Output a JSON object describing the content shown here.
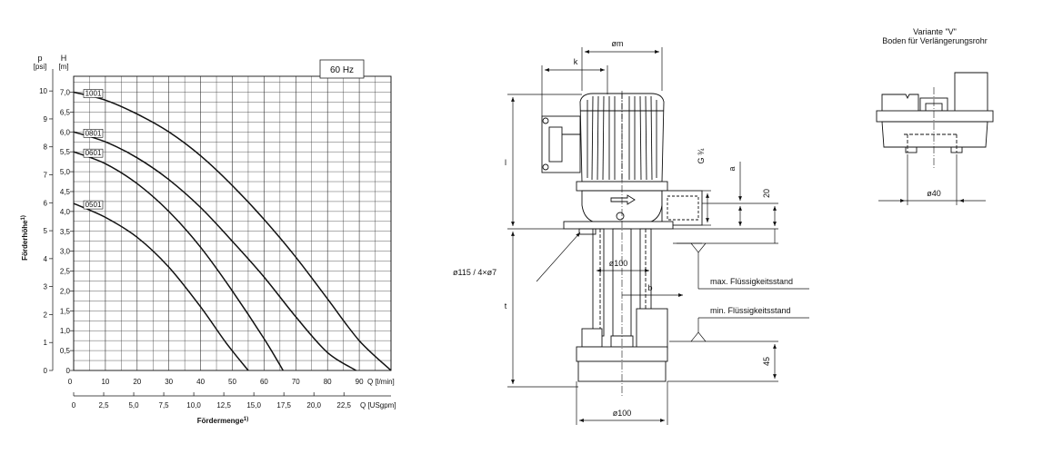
{
  "chart_data": {
    "type": "line",
    "badge": "60 Hz",
    "y_left_label_top": "p",
    "y_left_unit": "[psi]",
    "y_right_label_top": "H",
    "y_right_unit": "[m]",
    "y_title": "Förderhöhe",
    "y_title_sup": "1)",
    "x_title": "Fördermenge",
    "x_title_sup": "1)",
    "x_unit_lmin": "Q [l/min]",
    "x_unit_usgpm": "Q [USgpm]",
    "psi_ticks": [
      "0",
      "1",
      "2",
      "3",
      "4",
      "5",
      "6",
      "7",
      "8",
      "9",
      "10"
    ],
    "h_ticks": [
      "0",
      "0,5",
      "1,0",
      "1,5",
      "2,0",
      "2,5",
      "3,0",
      "3,5",
      "4,0",
      "4,5",
      "5,0",
      "5,5",
      "6,0",
      "6,5",
      "7,0"
    ],
    "lmin_ticks": [
      "0",
      "10",
      "20",
      "30",
      "40",
      "50",
      "60",
      "70",
      "80",
      "90"
    ],
    "usgpm_ticks": [
      "0",
      "2,5",
      "5,0",
      "7,5",
      "10,0",
      "12,5",
      "15,0",
      "17,5",
      "20,0",
      "22,5"
    ],
    "xlim": [
      0,
      100
    ],
    "ylim": [
      0,
      7.4
    ],
    "series": [
      {
        "name": "1001",
        "x": [
          0,
          10,
          20,
          30,
          40,
          50,
          60,
          70,
          80,
          90,
          100
        ],
        "y": [
          7.0,
          6.8,
          6.45,
          6.0,
          5.4,
          4.65,
          3.8,
          2.85,
          1.8,
          0.75,
          0.0
        ]
      },
      {
        "name": "0801",
        "x": [
          0,
          10,
          20,
          30,
          40,
          50,
          60,
          70,
          80,
          89
        ],
        "y": [
          6.0,
          5.75,
          5.35,
          4.8,
          4.1,
          3.25,
          2.35,
          1.35,
          0.45,
          0.0
        ]
      },
      {
        "name": "0601",
        "x": [
          0,
          10,
          20,
          30,
          40,
          50,
          60,
          66
        ],
        "y": [
          5.5,
          5.2,
          4.7,
          4.0,
          3.1,
          2.0,
          0.8,
          0.0
        ]
      },
      {
        "name": "0501",
        "x": [
          0,
          10,
          20,
          30,
          40,
          48,
          55
        ],
        "y": [
          4.2,
          3.85,
          3.35,
          2.6,
          1.6,
          0.7,
          0.0
        ]
      }
    ]
  },
  "drawing": {
    "dim_om": "øm",
    "dim_k": "k",
    "dim_l": "l",
    "dim_g": "G ¾",
    "dim_a": "a",
    "dim_20": "20",
    "dim_flange": "ø115 / 4×ø7",
    "dim_d100_top": "ø100",
    "dim_b": "b",
    "dim_t": "t",
    "dim_45": "45",
    "dim_d100_bottom": "ø100",
    "label_max": "max. Flüssigkeitsstand",
    "label_min": "min. Flüssigkeitsstand"
  },
  "variant": {
    "title": "Variante \"V\"",
    "subtitle": "Boden für Verlängerungsrohr",
    "dim_d40": "ø40"
  }
}
